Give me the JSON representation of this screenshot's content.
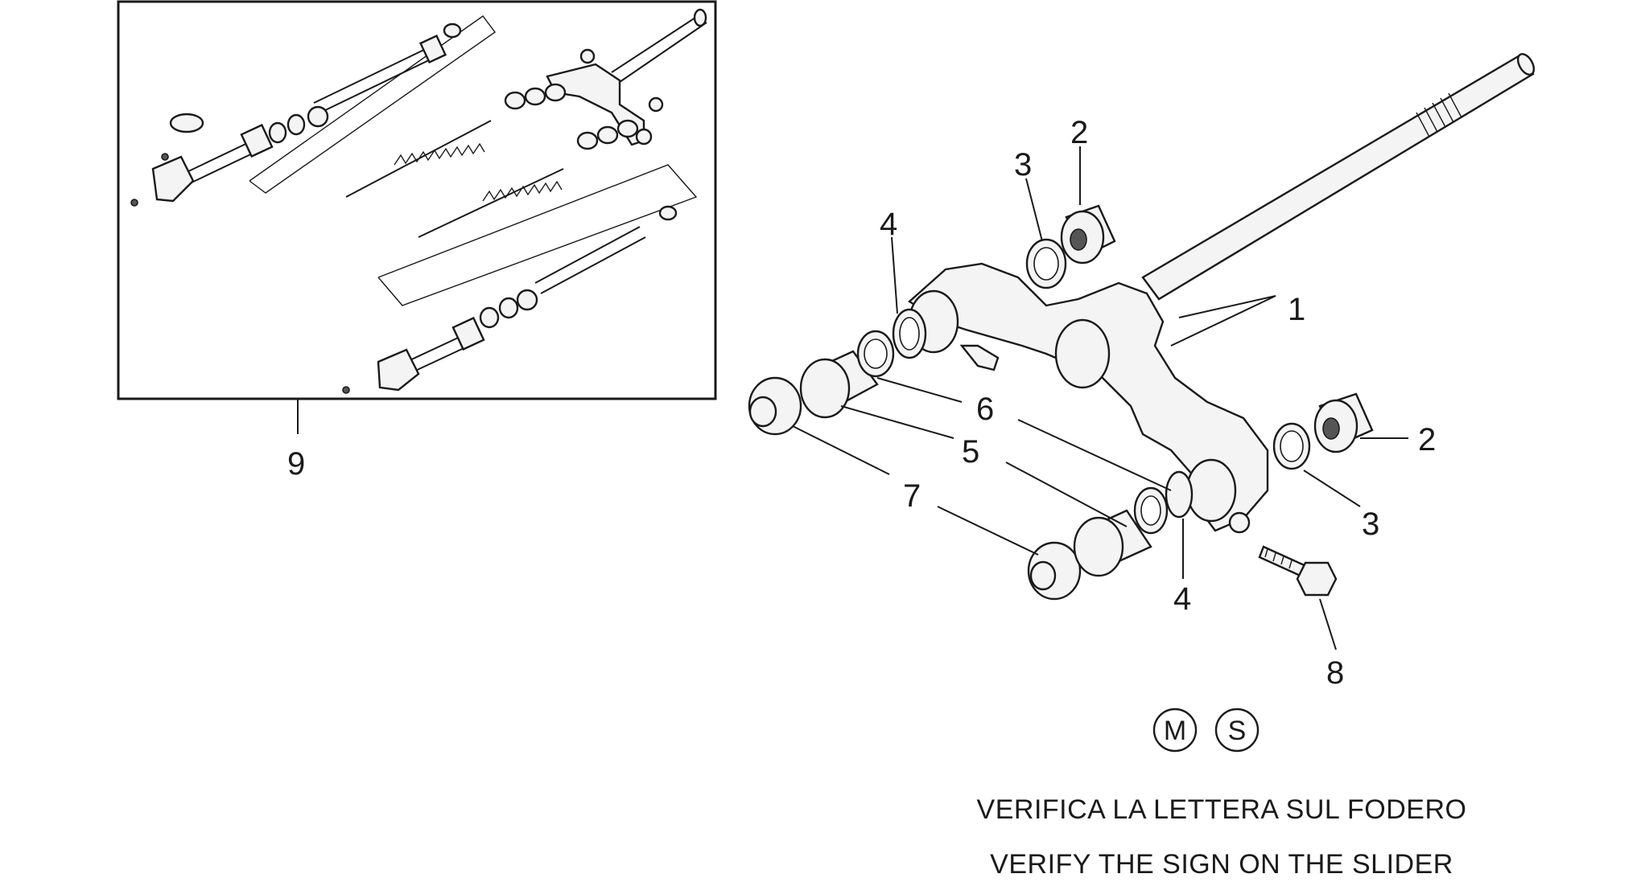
{
  "callouts": [
    {
      "id": "1",
      "label": "1"
    },
    {
      "id": "2",
      "label": "2"
    },
    {
      "id": "3",
      "label": "3"
    },
    {
      "id": "4",
      "label": "4"
    },
    {
      "id": "5",
      "label": "5"
    },
    {
      "id": "6",
      "label": "6"
    },
    {
      "id": "7",
      "label": "7"
    },
    {
      "id": "8",
      "label": "8"
    },
    {
      "id": "9",
      "label": "9"
    }
  ],
  "symbols": [
    "M",
    "S"
  ],
  "notes": {
    "italian": "VERIFICA LA LETTERA SUL FODERO",
    "english": "VERIFY THE SIGN ON THE SLIDER"
  }
}
